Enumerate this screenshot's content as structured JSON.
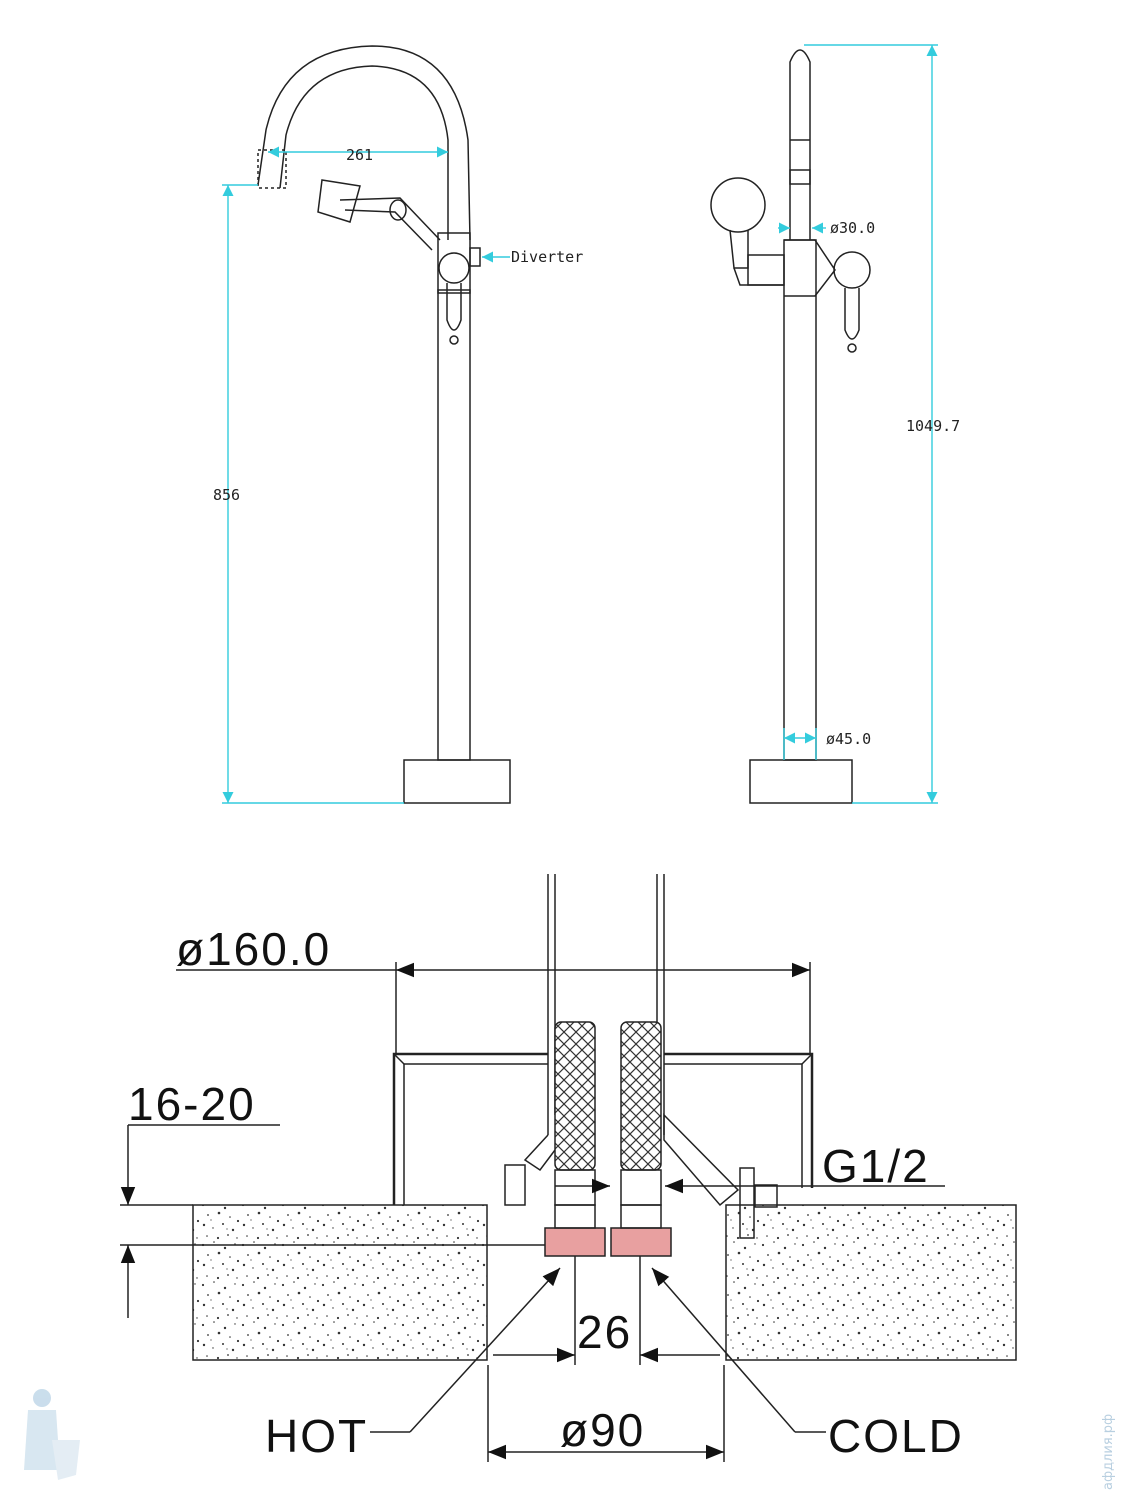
{
  "front_view": {
    "dim_reach": "261",
    "dim_spout_height": "856",
    "label_diverter": "Diverter"
  },
  "side_view": {
    "dim_body_diameter": "ø30.0",
    "dim_pipe_diameter": "ø45.0",
    "dim_total_height": "1049.7"
  },
  "section_view": {
    "dim_cover_diameter": "ø160.0",
    "dim_floor_thickness": "16-20",
    "dim_thread": "G1/2",
    "dim_pipe_spacing": "26",
    "dim_hole_diameter": "ø90",
    "label_hot": "HOT",
    "label_cold": "COLD"
  },
  "watermark": "aфдлия.рф",
  "colors": {
    "dimension_line": "#33ccdd",
    "outline": "#222222",
    "hose_fitting": "#e8a0a0"
  }
}
